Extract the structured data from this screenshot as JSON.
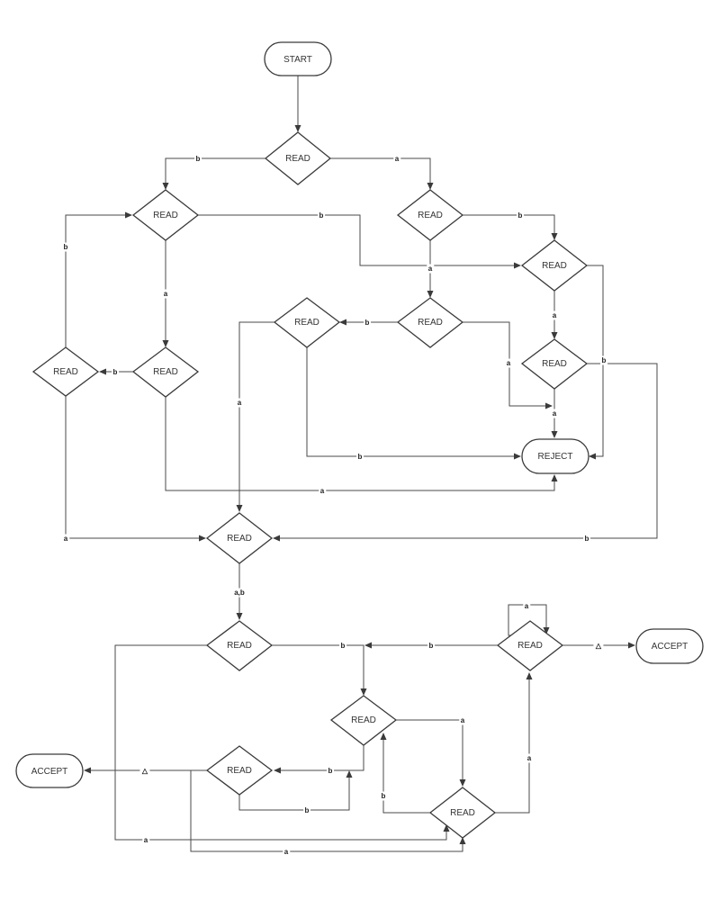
{
  "diagram": {
    "nodes": {
      "start": "START",
      "n1": "READ",
      "n2": "READ",
      "n3": "READ",
      "n4": "READ",
      "n5": "READ",
      "n6": "READ",
      "n7": "READ",
      "n8": "READ",
      "n9": "READ",
      "reject": "REJECT",
      "n10": "READ",
      "n11": "READ",
      "n12": "READ",
      "n13": "READ",
      "n14": "READ",
      "n15": "READ",
      "accept_right": "ACCEPT",
      "accept_left": "ACCEPT"
    },
    "edge_labels": {
      "n1_to_n2": "b",
      "n1_to_n3": "a",
      "n2_to_n4": "b",
      "n3_to_n4": "b",
      "n2_to_n5": "a",
      "n3_to_n6": "a",
      "n5_to_n7": "b",
      "n7_to_n2": "b",
      "n6_to_n8": "b",
      "n4_to_n9": "a",
      "n4_to_reject": "b",
      "n6_to_reject": "a",
      "n9_to_reject": "a",
      "n8_to_reject": "b",
      "n5_to_reject": "a",
      "n8_to_n10": "a",
      "n7_to_n10": "a",
      "n9_to_n10": "b",
      "n10_to_n11": "a,b",
      "n11_to_n13": "b",
      "n12_to_n13": "b",
      "n12_loop": "a",
      "n12_to_accept": "△",
      "n13_to_n15": "a",
      "n15_to_n13": "b",
      "n15_to_n12": "a",
      "n13_to_n14": "b",
      "n14_to_n13": "b",
      "n14_to_accept": "△",
      "n11_to_n15": "a",
      "n14_to_n15": "a"
    }
  }
}
